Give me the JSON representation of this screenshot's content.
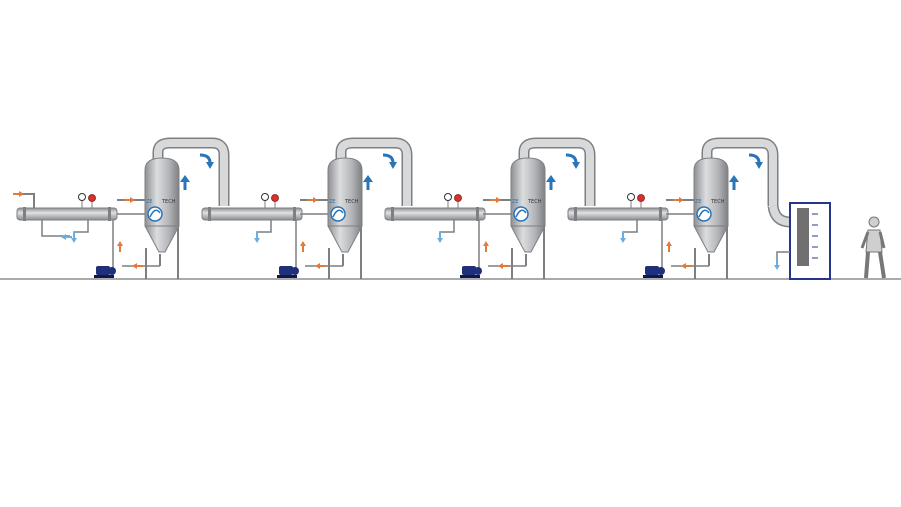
{
  "brand": {
    "prefix": "ZE",
    "suffix": "TECH"
  },
  "stage_count": 4,
  "colors": {
    "steel": "#a7a9ac",
    "steel_dark": "#7d7f82",
    "steel_light": "#d8d9db",
    "hot_arrow": "#e07b39",
    "cold_arrow": "#6aaee0",
    "vapor_arrow": "#2a74b8",
    "pump": "#1f2f7a",
    "condenser_frame": "#27348b",
    "gauge_red": "#d9312b",
    "ground": "#555555",
    "operator": "#cfcfcf"
  },
  "icons": {
    "pressure_gauge": "pressure-gauge-icon",
    "safety_valve": "safety-valve-icon",
    "pump": "pump-icon",
    "operator": "operator-figure-icon"
  }
}
